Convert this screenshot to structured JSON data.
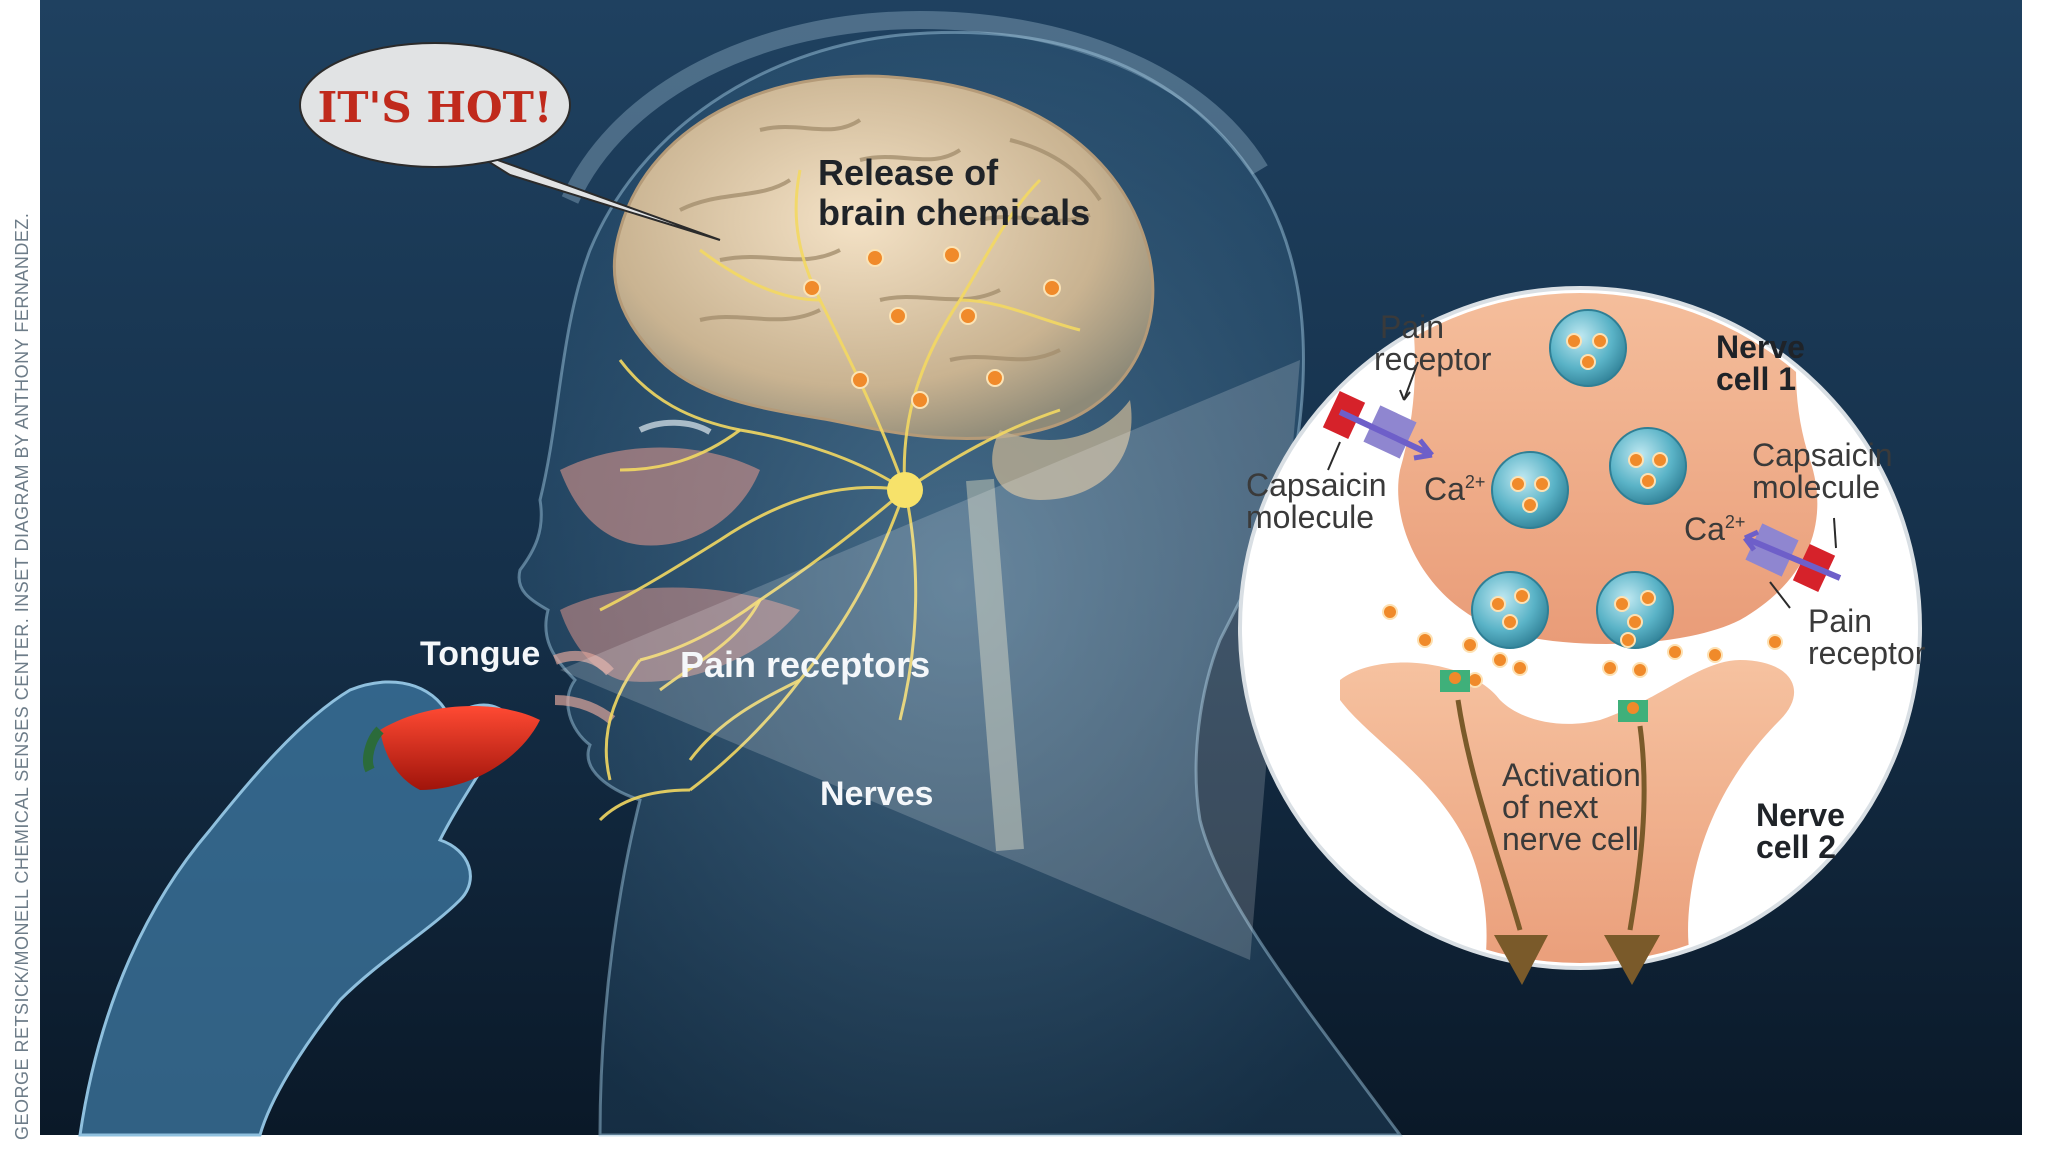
{
  "credit": "GEORGE RETSICK/MONELL CHEMICAL SENSES CENTER. INSET DIAGRAM BY ANTHONY FERNANDEZ.",
  "speech_bubble": "IT'S HOT!",
  "labels": {
    "brain_line1": "Release of",
    "brain_line2": "brain chemicals",
    "tongue": "Tongue",
    "pain_receptors": "Pain receptors",
    "nerves": "Nerves"
  },
  "inset": {
    "nerve_cell_1_line1": "Nerve",
    "nerve_cell_1_line2": "cell 1",
    "nerve_cell_2_line1": "Nerve",
    "nerve_cell_2_line2": "cell 2",
    "pain_receptor_left_line1": "Pain",
    "pain_receptor_left_line2": "receptor",
    "pain_receptor_right_line1": "Pain",
    "pain_receptor_right_line2": "receptor",
    "capsaicin_left_line1": "Capsaicin",
    "capsaicin_left_line2": "molecule",
    "capsaicin_right_line1": "Capsaicin",
    "capsaicin_right_line2": "molecule",
    "calcium_left": "Ca",
    "calcium_right": "Ca",
    "calcium_charge": "2+",
    "activation_line1": "Activation",
    "activation_line2": "of next",
    "activation_line3": "nerve cell"
  },
  "colors": {
    "background_top": "#1d3a55",
    "background_bottom": "#0b1a29",
    "nerve": "#f3d862",
    "vesicle": "#5ab3c7",
    "chemical_dot": "#f08a2a",
    "capsaicin": "#d6222a",
    "receptor": "#8f86d0",
    "nerve_cell": "#f0b08c",
    "arrow": "#7a5a2a",
    "pepper": "#d6261a"
  }
}
